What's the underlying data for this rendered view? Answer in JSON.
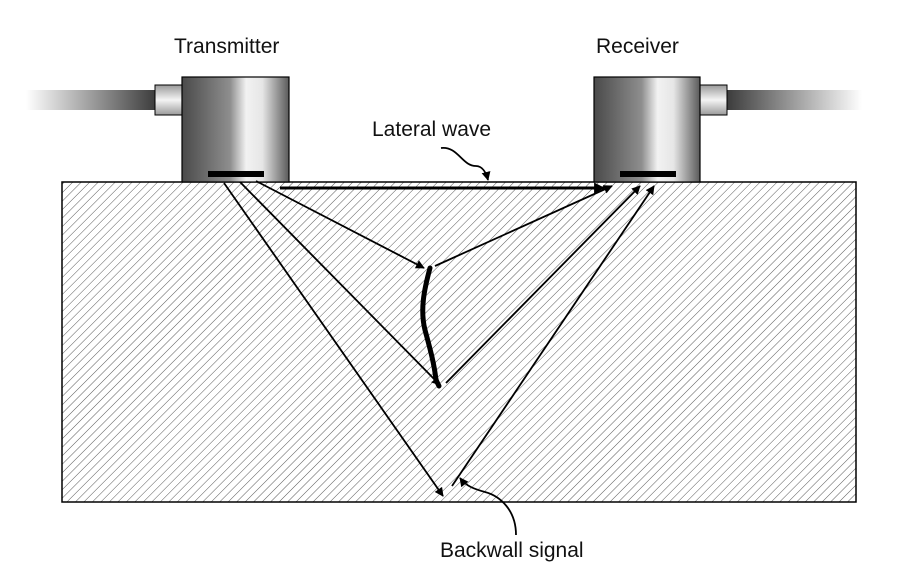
{
  "labels": {
    "transmitter": "Transmitter",
    "receiver": "Receiver",
    "lateral_wave": "Lateral wave",
    "backwall_signal": "Backwall signal"
  },
  "colors": {
    "line": "#000000",
    "hatch": "#555555",
    "background": "#ffffff"
  }
}
